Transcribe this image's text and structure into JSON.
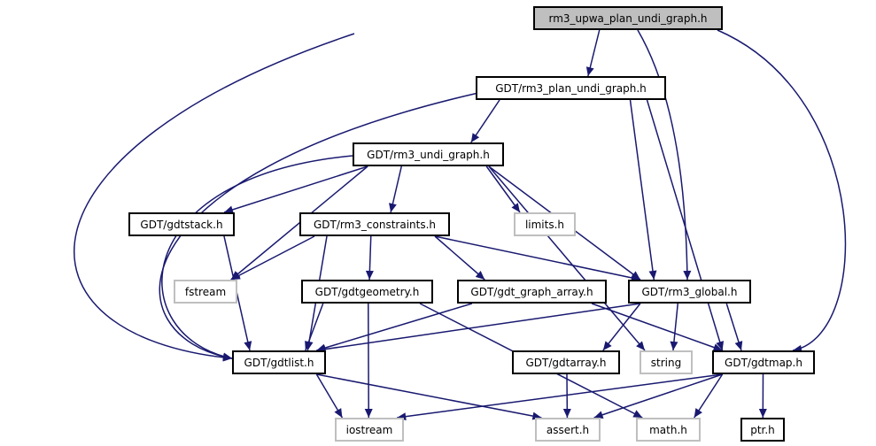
{
  "colors": {
    "edge": "#191970",
    "root_fill": "#bfbfbf",
    "external_border": "#bfbfbf"
  },
  "nodes": [
    {
      "id": "root",
      "label": "rm3_upwa_plan_undi_graph.h",
      "kind": "root"
    },
    {
      "id": "plan",
      "label": "GDT/rm3_plan_undi_graph.h",
      "kind": "internal"
    },
    {
      "id": "undi",
      "label": "GDT/rm3_undi_graph.h",
      "kind": "internal"
    },
    {
      "id": "stack",
      "label": "GDT/gdtstack.h",
      "kind": "internal"
    },
    {
      "id": "cons",
      "label": "GDT/rm3_constraints.h",
      "kind": "internal"
    },
    {
      "id": "limits",
      "label": "limits.h",
      "kind": "external"
    },
    {
      "id": "fstream",
      "label": "fstream",
      "kind": "external"
    },
    {
      "id": "geom",
      "label": "GDT/gdtgeometry.h",
      "kind": "internal"
    },
    {
      "id": "garr",
      "label": "GDT/gdt_graph_array.h",
      "kind": "internal"
    },
    {
      "id": "glob",
      "label": "GDT/rm3_global.h",
      "kind": "internal"
    },
    {
      "id": "list",
      "label": "GDT/gdtlist.h",
      "kind": "internal"
    },
    {
      "id": "arr",
      "label": "GDT/gdtarray.h",
      "kind": "internal"
    },
    {
      "id": "string",
      "label": "string",
      "kind": "external"
    },
    {
      "id": "map",
      "label": "GDT/gdtmap.h",
      "kind": "internal"
    },
    {
      "id": "iostream",
      "label": "iostream",
      "kind": "external"
    },
    {
      "id": "assert",
      "label": "assert.h",
      "kind": "external"
    },
    {
      "id": "math",
      "label": "math.h",
      "kind": "external"
    },
    {
      "id": "ptr",
      "label": "ptr.h",
      "kind": "internal"
    }
  ],
  "edges": [
    [
      "root",
      "list"
    ],
    [
      "root",
      "plan"
    ],
    [
      "root",
      "glob"
    ],
    [
      "root",
      "map"
    ],
    [
      "plan",
      "undi"
    ],
    [
      "plan",
      "list"
    ],
    [
      "plan",
      "glob"
    ],
    [
      "plan",
      "map"
    ],
    [
      "undi",
      "list"
    ],
    [
      "undi",
      "stack"
    ],
    [
      "undi",
      "fstream"
    ],
    [
      "undi",
      "cons"
    ],
    [
      "undi",
      "limits"
    ],
    [
      "undi",
      "glob"
    ],
    [
      "undi",
      "string"
    ],
    [
      "stack",
      "list"
    ],
    [
      "cons",
      "fstream"
    ],
    [
      "cons",
      "geom"
    ],
    [
      "cons",
      "garr"
    ],
    [
      "cons",
      "glob"
    ],
    [
      "cons",
      "list"
    ],
    [
      "geom",
      "list"
    ],
    [
      "geom",
      "iostream"
    ],
    [
      "geom",
      "math"
    ],
    [
      "garr",
      "list"
    ],
    [
      "garr",
      "map"
    ],
    [
      "glob",
      "list"
    ],
    [
      "glob",
      "arr"
    ],
    [
      "glob",
      "string"
    ],
    [
      "glob",
      "map"
    ],
    [
      "list",
      "iostream"
    ],
    [
      "list",
      "assert"
    ],
    [
      "arr",
      "assert"
    ],
    [
      "map",
      "iostream"
    ],
    [
      "map",
      "assert"
    ],
    [
      "map",
      "math"
    ],
    [
      "map",
      "ptr"
    ]
  ]
}
